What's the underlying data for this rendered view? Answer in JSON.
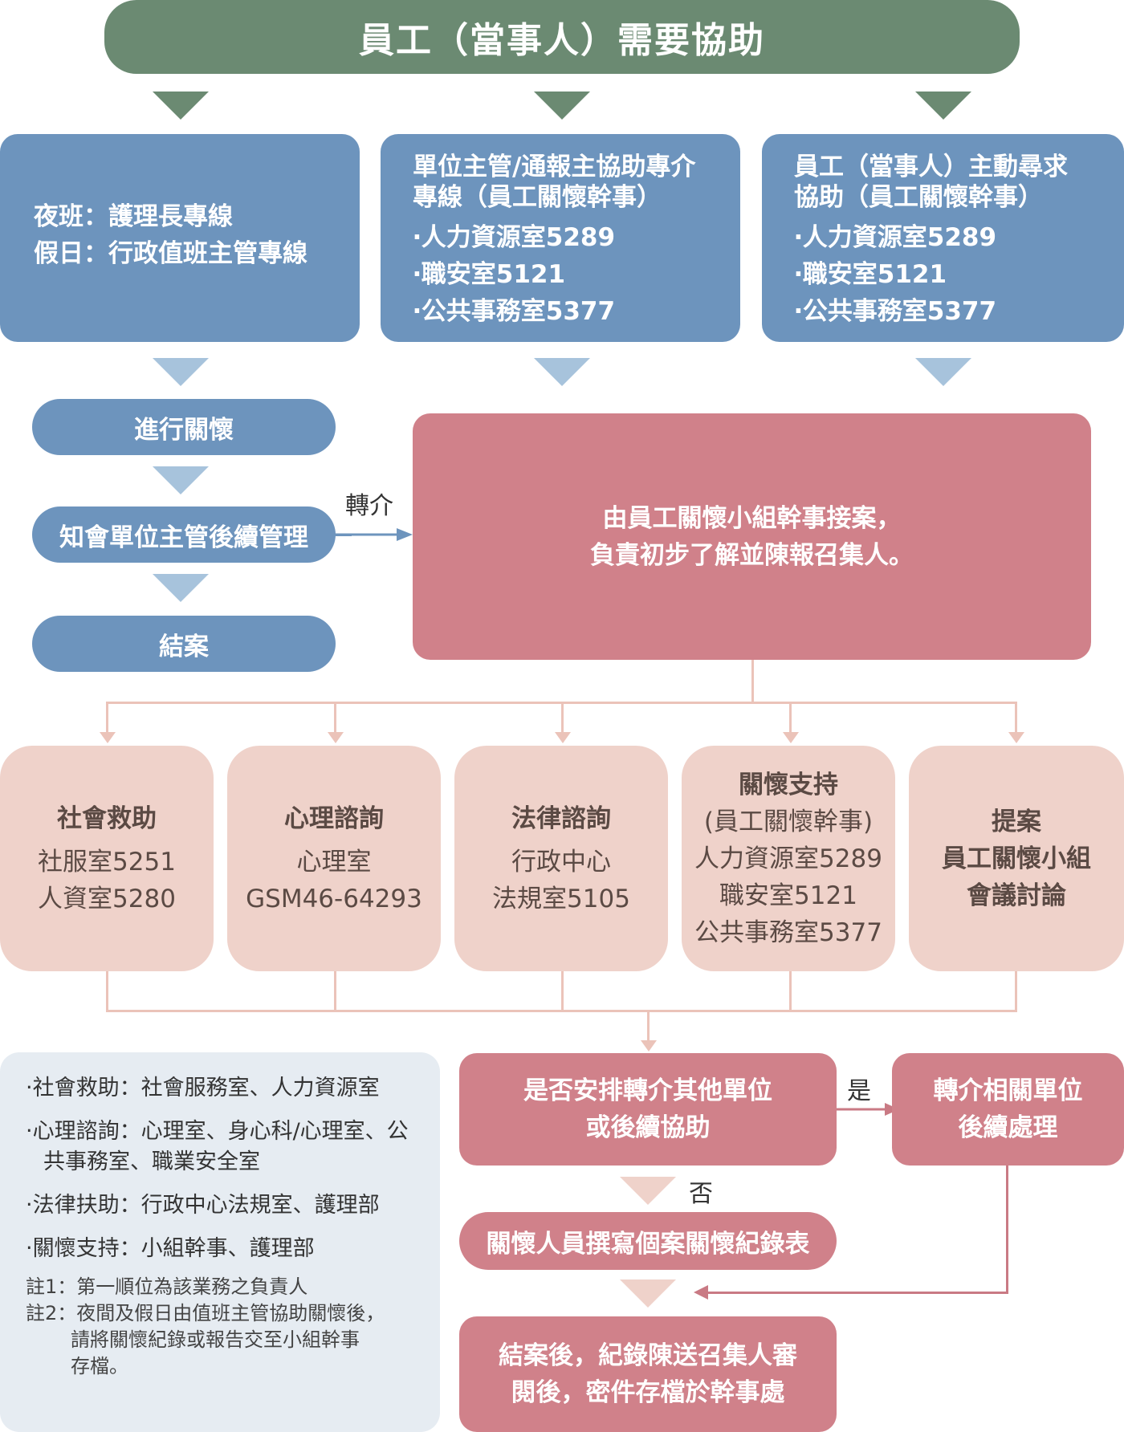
{
  "top": {
    "title": "員工（當事人）需要協助"
  },
  "blue_boxes": [
    {
      "lines": [
        "夜班：護理長專線",
        "假日：行政值班主管專線"
      ]
    },
    {
      "header": [
        "單位主管/通報主協助專介",
        "專線（員工關懷幹事）"
      ],
      "items": [
        "‧人力資源室5289",
        "‧職安室5121",
        "‧公共事務室5377"
      ]
    },
    {
      "header": [
        "員工（當事人）主動尋求",
        "協助（員工關懷幹事）"
      ],
      "items": [
        "‧人力資源室5289",
        "‧職安室5121",
        "‧公共事務室5377"
      ]
    }
  ],
  "left_flow": {
    "step1": "進行關懷",
    "step2": "知會單位主管後續管理",
    "step3": "結案",
    "referral_label": "轉介"
  },
  "main_case": {
    "lines": [
      "由員工關懷小組幹事接案，",
      "負責初步了解並陳報召集人。"
    ]
  },
  "service_boxes": [
    {
      "title": "社會救助",
      "lines": [
        "社服室5251",
        "人資室5280"
      ]
    },
    {
      "title": "心理諮詢",
      "lines": [
        "心理室",
        "GSM46-64293"
      ]
    },
    {
      "title": "法律諮詢",
      "lines": [
        "行政中心",
        "法規室5105"
      ]
    },
    {
      "title": "關懷支持",
      "lines": [
        "(員工關懷幹事)",
        "人力資源室5289",
        "職安室5121",
        "公共事務室5377"
      ]
    },
    {
      "title": "提案",
      "lines": [
        "員工關懷小組",
        "會議討論"
      ]
    }
  ],
  "decision": {
    "question": [
      "是否安排轉介其他單位",
      "或後續協助"
    ],
    "yes_label": "是",
    "no_label": "否",
    "yes_box": [
      "轉介相關單位",
      "後續處理"
    ],
    "record_box": "關懷人員撰寫個案關懷紀錄表",
    "final_box": [
      "結案後，紀錄陳送召集人審",
      "閱後，密件存檔於幹事處"
    ]
  },
  "notes": {
    "items": [
      [
        "‧社會救助：社會服務室、人力資源室"
      ],
      [
        "‧心理諮詢：心理室、身心科/心理室、公",
        "共事務室、職業安全室"
      ],
      [
        "‧法律扶助：行政中心法規室、護理部"
      ],
      [
        "‧關懷支持：小組幹事、護理部"
      ]
    ],
    "footnotes": [
      [
        "註1：第一順位為該業務之負責人"
      ],
      [
        "註2：夜間及假日由值班主管協助關懷後，",
        "請將關懷紀錄或報告交至小組幹事",
        "存檔。"
      ]
    ]
  },
  "colors": {
    "green": "#6b8a72",
    "blue": "#6d94bd",
    "light_blue": "#a7c3dc",
    "red": "#d0818a",
    "pink": "#efd2ca",
    "note_bg": "#e6ecf2"
  }
}
